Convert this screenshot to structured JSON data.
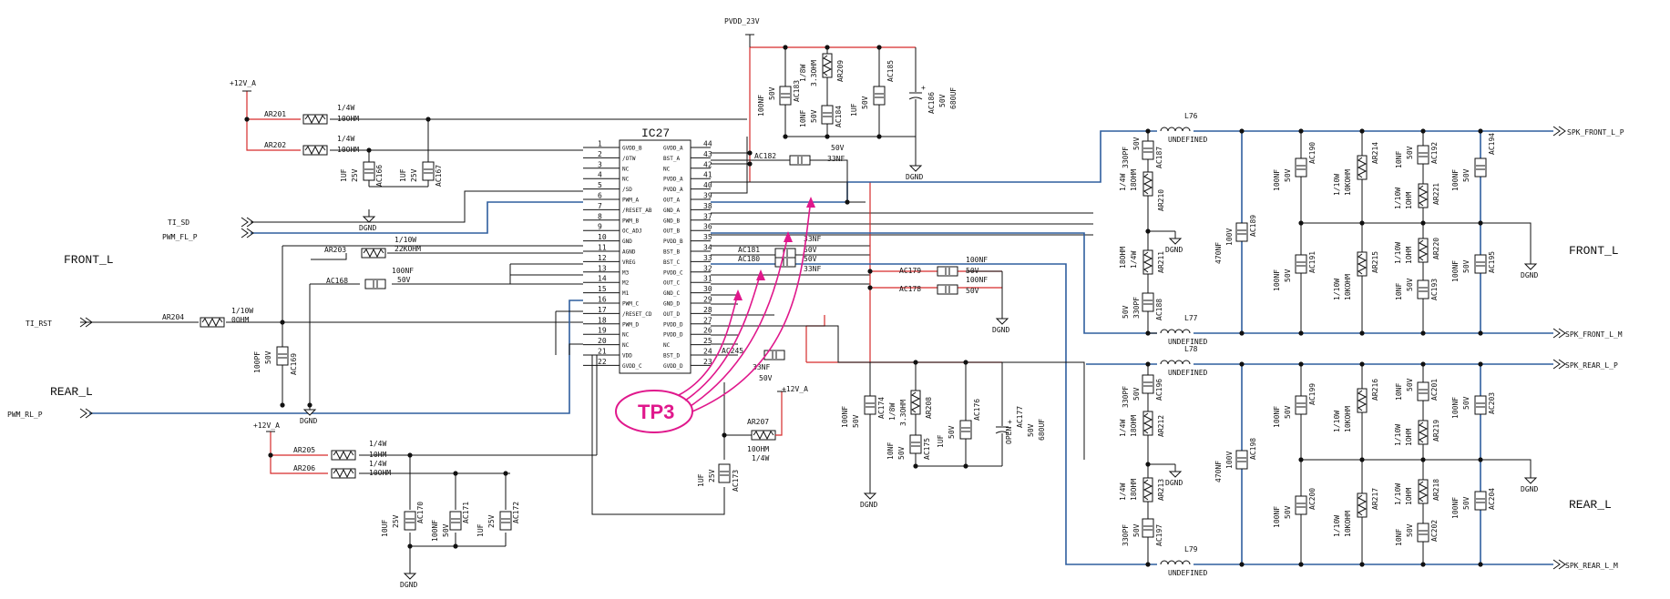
{
  "nets": {
    "pvdd": "PVDD_23V",
    "v12a_1": "+12V_A",
    "v12a_2": "+12V_A",
    "v12a_3": "+12V_A",
    "dgnd": "DGND"
  },
  "ic": {
    "name": "IC27",
    "left_pins": [
      {
        "num": "1",
        "name": "GVDD_B"
      },
      {
        "num": "2",
        "name": "/OTW"
      },
      {
        "num": "3",
        "name": "NC"
      },
      {
        "num": "4",
        "name": "NC"
      },
      {
        "num": "5",
        "name": "/SD"
      },
      {
        "num": "6",
        "name": "PWM_A"
      },
      {
        "num": "7",
        "name": "/RESET_AB"
      },
      {
        "num": "8",
        "name": "PWM_B"
      },
      {
        "num": "9",
        "name": "OC_ADJ"
      },
      {
        "num": "10",
        "name": "GND"
      },
      {
        "num": "11",
        "name": "AGND"
      },
      {
        "num": "12",
        "name": "VREG"
      },
      {
        "num": "13",
        "name": "M3"
      },
      {
        "num": "14",
        "name": "M2"
      },
      {
        "num": "15",
        "name": "M1"
      },
      {
        "num": "16",
        "name": "PWM_C"
      },
      {
        "num": "17",
        "name": "/RESET_CD"
      },
      {
        "num": "18",
        "name": "PWM_D"
      },
      {
        "num": "19",
        "name": "NC"
      },
      {
        "num": "20",
        "name": "NC"
      },
      {
        "num": "21",
        "name": "VDD"
      },
      {
        "num": "22",
        "name": "GVDD_C"
      }
    ],
    "right_pins": [
      {
        "num": "44",
        "name": "GVDD_A"
      },
      {
        "num": "43",
        "name": "BST_A"
      },
      {
        "num": "42",
        "name": "NC"
      },
      {
        "num": "41",
        "name": "PVDD_A"
      },
      {
        "num": "40",
        "name": "PVDD_A"
      },
      {
        "num": "39",
        "name": "OUT_A"
      },
      {
        "num": "38",
        "name": "GND_A"
      },
      {
        "num": "37",
        "name": "GND_B"
      },
      {
        "num": "36",
        "name": "OUT_B"
      },
      {
        "num": "35",
        "name": "PVDD_B"
      },
      {
        "num": "34",
        "name": "BST_B"
      },
      {
        "num": "33",
        "name": "BST_C"
      },
      {
        "num": "32",
        "name": "PVDD_C"
      },
      {
        "num": "31",
        "name": "OUT_C"
      },
      {
        "num": "30",
        "name": "GND_C"
      },
      {
        "num": "29",
        "name": "GND_D"
      },
      {
        "num": "28",
        "name": "OUT_D"
      },
      {
        "num": "27",
        "name": "PVDD_D"
      },
      {
        "num": "26",
        "name": "PVDD_D"
      },
      {
        "num": "25",
        "name": "NC"
      },
      {
        "num": "24",
        "name": "BST_D"
      },
      {
        "num": "23",
        "name": "GVDD_D"
      }
    ]
  },
  "signals": {
    "front_l": "FRONT_L",
    "rear_l": "REAR_L",
    "ti_sd": "TI_SD",
    "pwm_fl": "PWM_FL_P",
    "ti_rst": "TI_RST",
    "pwm_rl": "PWM_RL_P",
    "front_l_right": "FRONT_L",
    "rear_l_right": "REAR_L",
    "spk_front_p": "SPK_FRONT_L_P",
    "spk_front_m": "SPK_FRONT_L_M",
    "spk_rear_p": "SPK_REAR_L_P",
    "spk_rear_m": "SPK_REAR_L_M"
  },
  "tp3": "TP3",
  "colors": {
    "power": "#d62b2b",
    "signal": "#2f5e9e",
    "testpoint": "#e0188c"
  },
  "components": {
    "ar201": {
      "ref": "AR201",
      "v1": "1/4W",
      "v2": "10OHM"
    },
    "ar202": {
      "ref": "AR202",
      "v1": "1/4W",
      "v2": "10OHM"
    },
    "ac166": {
      "ref": "AC166",
      "v1": "1UF",
      "v2": "25V"
    },
    "ac167": {
      "ref": "AC167",
      "v1": "1UF",
      "v2": "25V"
    },
    "ar203": {
      "ref": "AR203",
      "v1": "1/10W",
      "v2": "22KOHM"
    },
    "ac168": {
      "ref": "AC168",
      "v1": "100NF",
      "v2": "50V"
    },
    "ar204": {
      "ref": "AR204",
      "v1": "1/10W",
      "v2": "0OHM"
    },
    "ac169": {
      "ref": "AC169",
      "v1": "100PF",
      "v2": "50V"
    },
    "ar205": {
      "ref": "AR205",
      "v1": "1/4W",
      "v2": "10HM"
    },
    "ar206": {
      "ref": "AR206",
      "v1": "1/4W",
      "v2": "10OHM"
    },
    "ac170": {
      "ref": "AC170",
      "v1": "10UF",
      "v2": "25V"
    },
    "ac171": {
      "ref": "AC171",
      "v1": "100NF",
      "v2": "50V"
    },
    "ac172": {
      "ref": "AC172",
      "v1": "1UF",
      "v2": "25V"
    },
    "ac173": {
      "ref": "AC173",
      "v1": "1UF",
      "v2": "25V"
    },
    "ar207": {
      "ref": "AR207",
      "v1": "10OHM",
      "v2": "1/4W"
    },
    "ac183": {
      "ref": "AC183",
      "v1": "100NF",
      "v2": "50V"
    },
    "ar209": {
      "ref": "AR209",
      "v1": "1/8W",
      "v2": "3.3OHM"
    },
    "ac184": {
      "ref": "AC184",
      "v1": "10NF",
      "v2": "50V"
    },
    "ac185": {
      "ref": "AC185",
      "v1": "1UF",
      "v2": "50V"
    },
    "ac186": {
      "ref": "AC186",
      "v1": "50V",
      "v2": "680UF"
    },
    "ac182": {
      "ref": "AC182",
      "v1": "50V",
      "v2": "33NF"
    },
    "ac181": {
      "ref": "AC181",
      "v1": "33NF",
      "v2": "50V"
    },
    "ac180": {
      "ref": "AC180",
      "v1": "50V",
      "v2": "33NF"
    },
    "ac179": {
      "ref": "AC179",
      "v1": "100NF",
      "v2": "50V"
    },
    "ac178": {
      "ref": "AC178",
      "v1": "100NF",
      "v2": "50V"
    },
    "ac245": {
      "ref": "AC245",
      "v1": "33NF",
      "v2": "50V"
    },
    "ac174": {
      "ref": "AC174",
      "v1": "100NF",
      "v2": "50V"
    },
    "ar208": {
      "ref": "AR208",
      "v1": "1/8W",
      "v2": "3.3OHM"
    },
    "ac175": {
      "ref": "AC175",
      "v1": "10NF",
      "v2": "50V"
    },
    "ac176": {
      "ref": "AC176",
      "v1": "1UF",
      "v2": "50V"
    },
    "ac177": {
      "ref": "AC177",
      "v1": "50V",
      "v2": "680UF",
      "v3": "OPEN"
    },
    "l76": {
      "ref": "L76",
      "v1": "UNDEFINED"
    },
    "l77": {
      "ref": "L77",
      "v1": "UNDEFINED"
    },
    "l78": {
      "ref": "L78",
      "v1": "UNDEFINED"
    },
    "l79": {
      "ref": "L79",
      "v1": "UNDEFINED"
    },
    "ac187": {
      "ref": "AC187",
      "v1": "330PF",
      "v2": "50V"
    },
    "ar210": {
      "ref": "AR210",
      "v1": "1/4W",
      "v2": "18OHM"
    },
    "ar211": {
      "ref": "AR211",
      "v1": "18OHM",
      "v2": "1/4W"
    },
    "ac188": {
      "ref": "AC188",
      "v1": "50V",
      "v2": "330PF"
    },
    "ac189": {
      "ref": "AC189",
      "v1": "470NF",
      "v2": "100V"
    },
    "ac190": {
      "ref": "AC190",
      "v1": "100NF",
      "v2": "50V"
    },
    "ac191": {
      "ref": "AC191",
      "v1": "100NF",
      "v2": "50V"
    },
    "ar214": {
      "ref": "AR214",
      "v1": "1/10W",
      "v2": "10KOHM"
    },
    "ar215": {
      "ref": "AR215",
      "v1": "1/10W",
      "v2": "10KOHM"
    },
    "ac192": {
      "ref": "AC192",
      "v1": "10NF",
      "v2": "50V"
    },
    "ar221": {
      "ref": "AR221",
      "v1": "1/10W",
      "v2": "1OHM"
    },
    "ar220": {
      "ref": "AR220",
      "v1": "1/10W",
      "v2": "1OHM"
    },
    "ac193": {
      "ref": "AC193",
      "v1": "10NF",
      "v2": "50V"
    },
    "ac194": {
      "ref": "AC194",
      "v1": "100NF",
      "v2": "50V"
    },
    "ac195": {
      "ref": "AC195",
      "v1": "100NF",
      "v2": "50V"
    },
    "ac196": {
      "ref": "AC196",
      "v1": "330PF",
      "v2": "50V"
    },
    "ar212": {
      "ref": "AR212",
      "v1": "1/4W",
      "v2": "18OHM"
    },
    "ar213": {
      "ref": "AR213",
      "v1": "1/4W",
      "v2": "18OHM"
    },
    "ac197": {
      "ref": "AC197",
      "v1": "330PF",
      "v2": "50V"
    },
    "ac198": {
      "ref": "AC198",
      "v1": "470NF",
      "v2": "100V"
    },
    "ac199": {
      "ref": "AC199",
      "v1": "100NF",
      "v2": "50V"
    },
    "ac200": {
      "ref": "AC200",
      "v1": "100NF",
      "v2": "50V"
    },
    "ar216": {
      "ref": "AR216",
      "v1": "1/10W",
      "v2": "10KOHM"
    },
    "ar217": {
      "ref": "AR217",
      "v1": "1/10W",
      "v2": "10KOHM"
    },
    "ac201": {
      "ref": "AC201",
      "v1": "10NF",
      "v2": "50V"
    },
    "ar219": {
      "ref": "AR219",
      "v1": "1/10W",
      "v2": "1OHM"
    },
    "ar218": {
      "ref": "AR218",
      "v1": "1/10W",
      "v2": "1OHM"
    },
    "ac202": {
      "ref": "AC202",
      "v1": "10NF",
      "v2": "50V"
    },
    "ac203": {
      "ref": "AC203",
      "v1": "100NF",
      "v2": "50V"
    },
    "ac204": {
      "ref": "AC204",
      "v1": "100NF",
      "v2": "50V"
    }
  }
}
